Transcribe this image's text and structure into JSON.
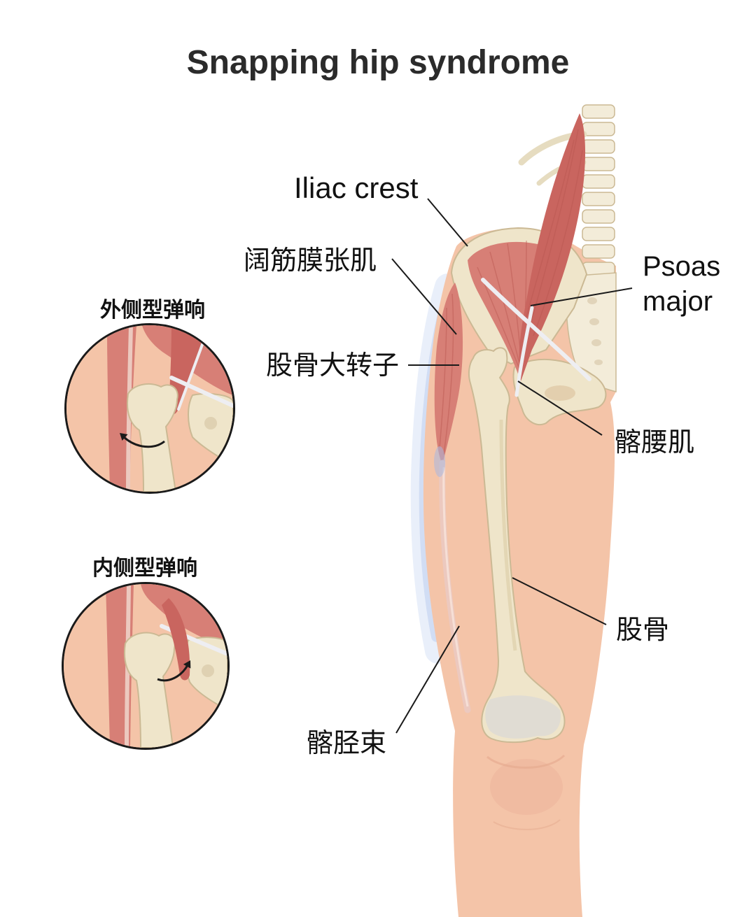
{
  "title": "Snapping hip syndrome",
  "labels": {
    "iliac_crest": "Iliac crest",
    "tensor_fasciae_latae": "阔筋膜张肌",
    "psoas_major": {
      "line1": "Psoas",
      "line2": "major"
    },
    "greater_trochanter": "股骨大转子",
    "iliopsoas": "髂腰肌",
    "femur": "股骨",
    "iliotibial_band": "髂胫束"
  },
  "insets": [
    {
      "title": "外侧型弹响"
    },
    {
      "title": "内侧型弹响"
    }
  ],
  "colors": {
    "skin": "#f4c4a8",
    "muscle": "#d77f76",
    "muscle_dark": "#c9655f",
    "fiber": "#b9564f",
    "bone": "#efe5ca",
    "bone_light": "#f3ecd9",
    "bone_edge": "#cbb994",
    "tendon": "#eeeef2",
    "itband": "#ecc9bf",
    "glow": "#dfe8f8",
    "glow_strong": "#cad8f2",
    "cartilage": "#c5cbe6",
    "line": "#1a1a1a",
    "text": "#111111",
    "title": "#2b2b2b"
  }
}
